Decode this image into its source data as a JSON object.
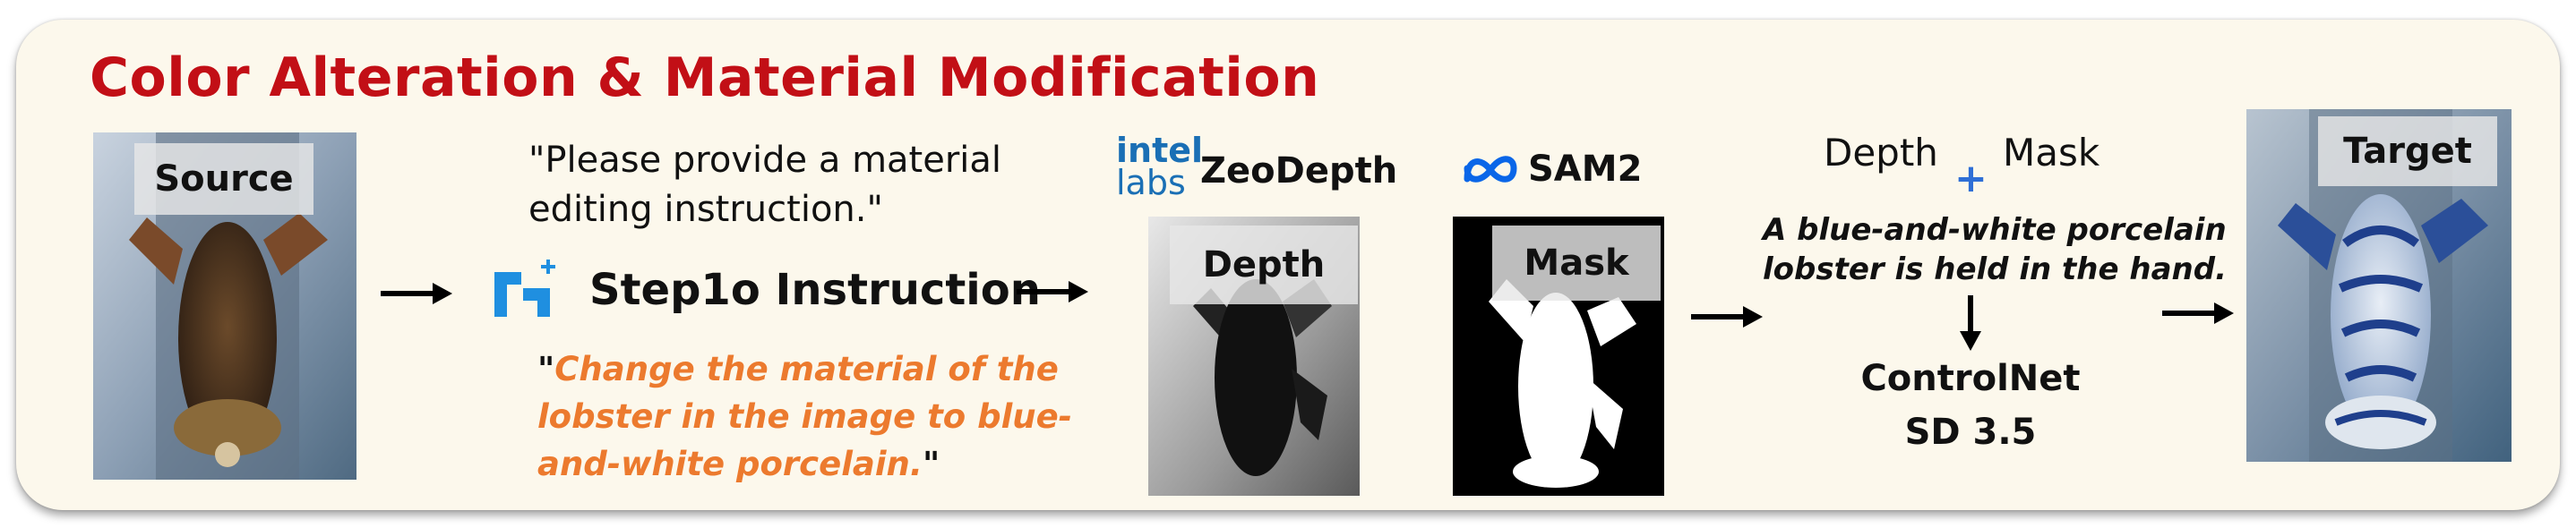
{
  "title": "Color Alteration & Material Modification",
  "source": {
    "label": "Source"
  },
  "prompt_request": {
    "line1": "\"Please provide a material",
    "line2": "editing instruction.\""
  },
  "step": {
    "label": "Step1o Instruction",
    "icon": "step-logo-icon"
  },
  "instruction": {
    "open_quote": "\"",
    "line1": "Change the material of the",
    "line2": "lobster in the image to blue-",
    "line3": "and-white porcelain.",
    "close_quote": "\""
  },
  "depth_model": {
    "brand_top": "intel",
    "brand_bottom": "labs",
    "name": "ZeoDepth",
    "output_label": "Depth"
  },
  "seg_model": {
    "brand_icon": "meta-logo-icon",
    "name": "SAM2",
    "output_label": "Mask"
  },
  "combine": {
    "left": "Depth",
    "plus": "+",
    "right": "Mask"
  },
  "caption": {
    "line1": "A blue-and-white porcelain",
    "line2": "lobster is held in the hand."
  },
  "generator": {
    "line1": "ControlNet",
    "line2": "SD 3.5"
  },
  "target": {
    "label": "Target"
  },
  "colors": {
    "title": "#c20f16",
    "instruction": "#ec7a2e",
    "plus": "#2f6fd6",
    "panel_bg": "#fcf8ec"
  }
}
